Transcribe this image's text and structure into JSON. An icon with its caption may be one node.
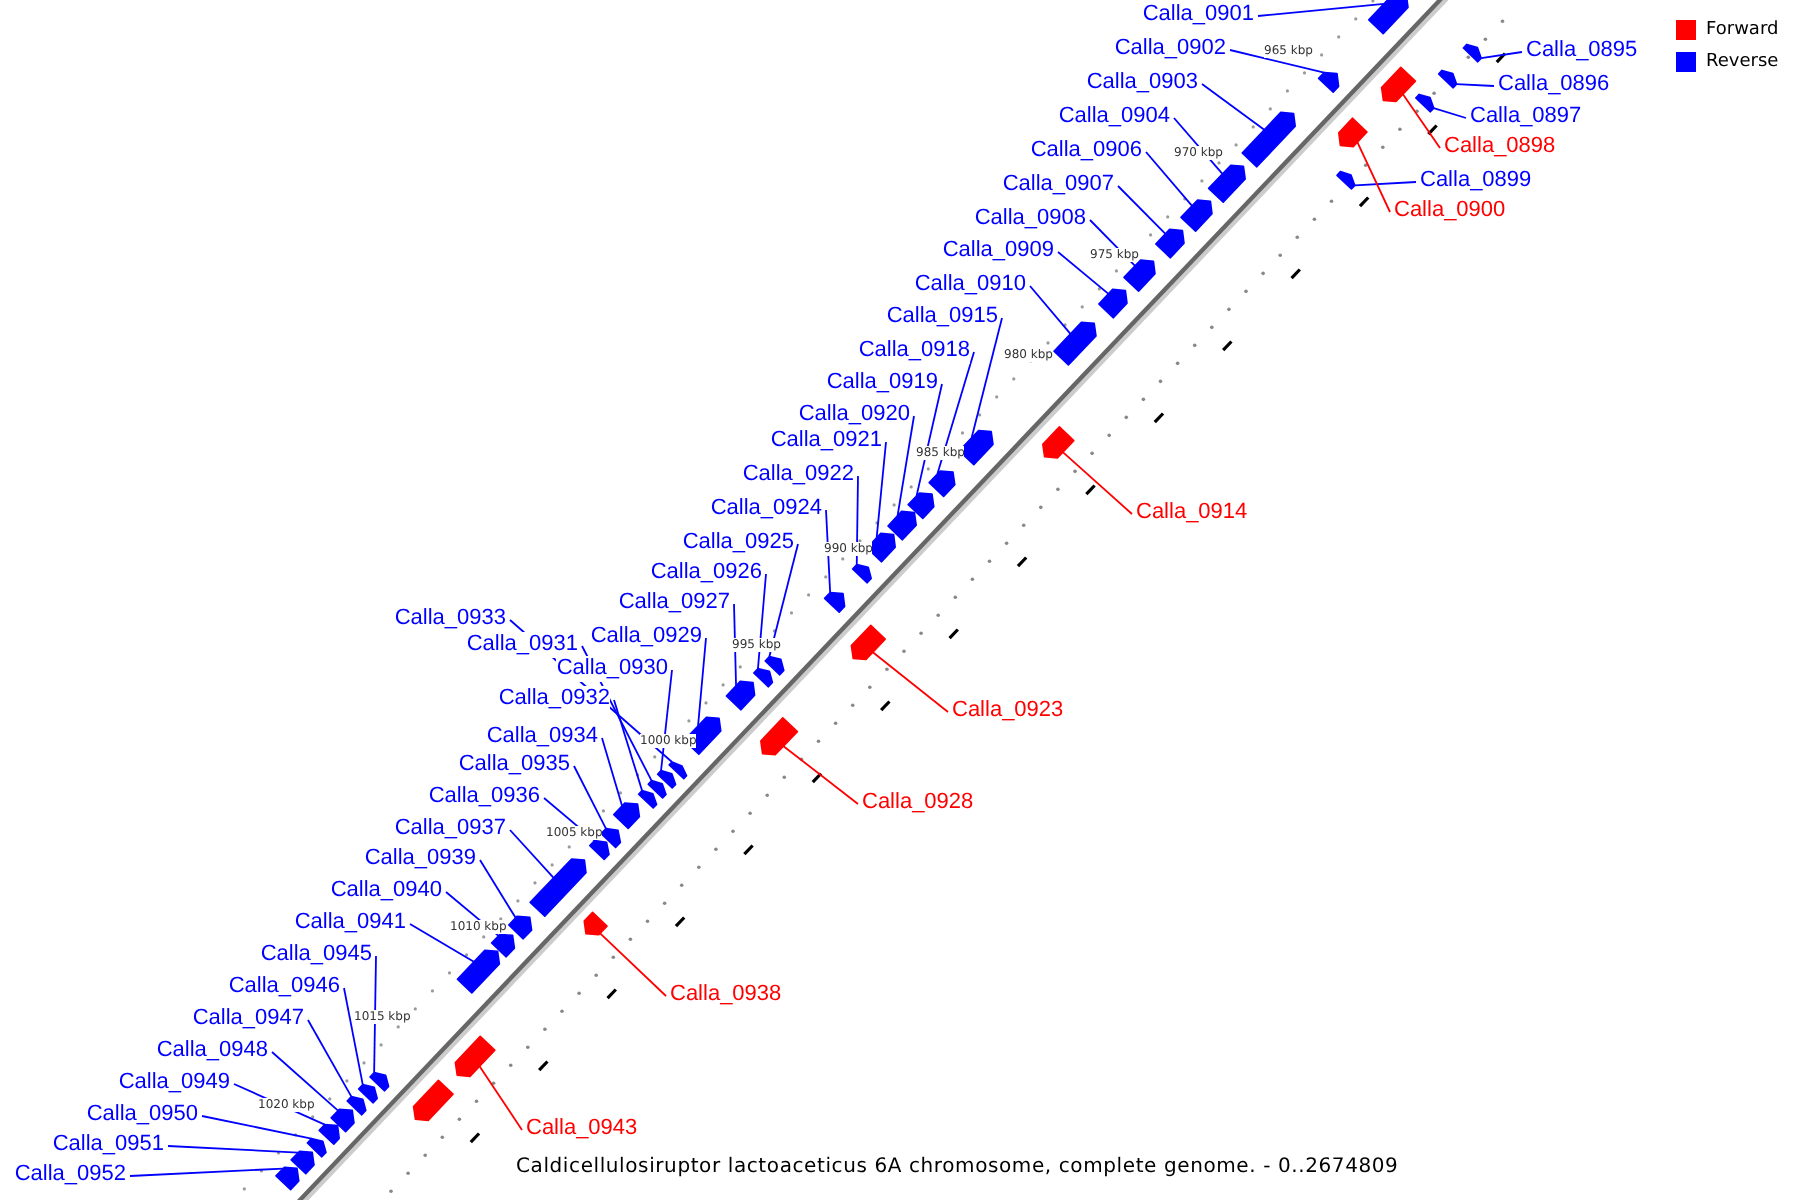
{
  "diagram": {
    "caption": "Caldicellulosiruptor lactoaceticus 6A chromosome, complete genome. - 0..2674809",
    "nodes": [
      {
        "text": [
          "Calla_0895"
        ]
      },
      {
        "text": [],
        "shape": "box"
      },
      {
        "text": [
          "Calla_0896"
        ]
      },
      {
        "text": [],
        "shape": "box"
      },
      {
        "text": [
          "Calla_0897"
        ]
      },
      {
        "text": [],
        "shape": "box"
      },
      {
        "text": [
          "Calla_0898"
        ]
      },
      {
        "text": [],
        "shape": "box"
      },
      {
        "text": [
          "Calla_0899"
        ]
      },
      {
        "text": [],
        "shape": "box"
      },
      {
        "text": [
          "Calla_0900"
        ]
      },
      {
        "text": [],
        "shape": "box"
      },
      {
        "text": [
          "Calla_0901"
        ]
      },
      {
        "text": [],
        "shape": "box"
      },
      {
        "text": [
          "Calla_0902"
        ]
      },
      {
        "text": [],
        "shape": "box"
      },
      {
        "text": [
          "Calla_0903"
        ]
      },
      {
        "text": [],
        "shape": "box"
      },
      {
        "text": [
          "Calla_0904"
        ]
      },
      {
        "text": [],
        "shape": "box"
      },
      {
        "text": [
          "Calla_0906"
        ]
      },
      {
        "text": [],
        "shape": "box"
      },
      {
        "text": [
          "Calla_0907"
        ]
      },
      {
        "text": [],
        "shape": "box"
      },
      {
        "text": [
          "Calla_0908"
        ]
      },
      {
        "text": [],
        "shape": "box"
      },
      {
        "text": [
          "Calla_0909"
        ]
      },
      {
        "text": [],
        "shape": "box"
      },
      {
        "text": [
          "Calla_0910"
        ]
      },
      {
        "text": [],
        "shape": "box"
      },
      {
        "text": [
          "Calla_0914"
        ]
      },
      {
        "text": [],
        "shape": "box"
      },
      {
        "text": [
          "Calla_0915"
        ]
      },
      {
        "text": [],
        "shape": "box"
      },
      {
        "text": [
          "Calla_0918"
        ]
      },
      {
        "text": [],
        "shape": "box"
      },
      {
        "text": [
          "Calla_0919"
        ]
      },
      {
        "text": [],
        "shape": "box"
      },
      {
        "text": [
          "Calla_0920"
        ]
      },
      {
        "text": [],
        "shape": "box"
      },
      {
        "text": [
          "Calla_0921"
        ]
      },
      {
        "text": [],
        "shape": "box"
      },
      {
        "text": [
          "Calla_0922"
        ]
      },
      {
        "text": [],
        "shape": "box"
      },
      {
        "text": [
          "Calla_0923"
        ]
      },
      {
        "text": [],
        "shape": "box"
      },
      {
        "text": [
          "Calla_0924"
        ]
      },
      {
        "text": [],
        "shape": "box"
      },
      {
        "text": [
          "Calla_0925"
        ]
      },
      {
        "text": [],
        "shape": "box"
      },
      {
        "text": [
          "Calla_0926"
        ]
      },
      {
        "text": [],
        "shape": "box"
      },
      {
        "text": [
          "Calla_0927"
        ]
      },
      {
        "text": [],
        "shape": "box"
      },
      {
        "text": [
          "Calla_0928"
        ]
      },
      {
        "text": [],
        "shape": "box"
      },
      {
        "text": [
          "Calla_0929"
        ]
      },
      {
        "text": [],
        "shape": "box"
      },
      {
        "text": [
          "Calla_0930"
        ]
      },
      {
        "text": [],
        "shape": "box"
      },
      {
        "text": [
          "Calla_0931"
        ]
      },
      {
        "text": [],
        "shape": "box"
      },
      {
        "text": [
          "Calla_0932"
        ]
      },
      {
        "text": [],
        "shape": "box"
      },
      {
        "text": [
          "Calla_0933"
        ]
      },
      {
        "text": [],
        "shape": "box"
      },
      {
        "text": [
          "Calla_0934"
        ]
      },
      {
        "text": [],
        "shape": "box"
      },
      {
        "text": [
          "Calla_0935"
        ]
      },
      {
        "text": [],
        "shape": "box"
      },
      {
        "text": [
          "Calla_0936"
        ]
      },
      {
        "text": [],
        "shape": "box"
      },
      {
        "text": [
          "Calla_0937"
        ]
      },
      {
        "text": [],
        "shape": "box"
      },
      {
        "text": [
          "Calla_0938"
        ]
      },
      {
        "text": [],
        "shape": "box"
      },
      {
        "text": [
          "Calla_0939"
        ]
      },
      {
        "text": [],
        "shape": "box"
      },
      {
        "text": [
          "Calla_0940"
        ]
      },
      {
        "text": [],
        "shape": "box"
      },
      {
        "text": [
          "Calla_0941"
        ]
      },
      {
        "text": [],
        "shape": "box"
      },
      {
        "text": [
          "Calla_0943"
        ]
      },
      {
        "text": [],
        "shape": "box"
      },
      {
        "text": [
          "Calla_0945"
        ]
      },
      {
        "text": [],
        "shape": "box"
      },
      {
        "text": [
          "Calla_0946"
        ]
      },
      {
        "text": [],
        "shape": "box"
      },
      {
        "text": [
          "Calla_0947"
        ]
      },
      {
        "text": [],
        "shape": "box"
      },
      {
        "text": [
          "Calla_0948"
        ]
      },
      {
        "text": [],
        "shape": "box"
      },
      {
        "text": [
          "Calla_0949"
        ]
      },
      {
        "text": [],
        "shape": "box"
      },
      {
        "text": [
          "Calla_0950"
        ]
      },
      {
        "text": [],
        "shape": "box"
      },
      {
        "text": [
          "Calla_0951"
        ]
      },
      {
        "text": [],
        "shape": "box"
      },
      {
        "text": [
          "Calla_0952"
        ]
      },
      {
        "text": [],
        "shape": "box"
      },
      {
        "text": [],
        "shape": "box"
      }
    ],
    "edges": [
      {
        "from": 0,
        "to": 1,
        "arrow": "none"
      },
      {
        "from": 2,
        "to": 3,
        "arrow": "none"
      },
      {
        "from": 4,
        "to": 5,
        "arrow": "none"
      },
      {
        "from": 6,
        "to": 7,
        "arrow": "none",
        "color": "#ff0000"
      },
      {
        "from": 8,
        "to": 9,
        "arrow": "none"
      },
      {
        "from": 10,
        "to": 11,
        "arrow": "none",
        "color": "#ff0000"
      },
      {
        "from": 12,
        "to": 13,
        "arrow": "none"
      },
      {
        "from": 14,
        "to": 15,
        "arrow": "none"
      },
      {
        "from": 16,
        "to": 17,
        "arrow": "none"
      },
      {
        "from": 18,
        "to": 19,
        "arrow": "none"
      },
      {
        "from": 20,
        "to": 21,
        "arrow": "none"
      },
      {
        "from": 22,
        "to": 23,
        "arrow": "none"
      },
      {
        "from": 24,
        "to": 25,
        "arrow": "none"
      },
      {
        "from": 26,
        "to": 27,
        "arrow": "none"
      },
      {
        "from": 28,
        "to": 29,
        "arrow": "none"
      },
      {
        "from": 30,
        "to": 31,
        "arrow": "none",
        "color": "#ff0000"
      },
      {
        "from": 32,
        "to": 33,
        "arrow": "none"
      },
      {
        "from": 34,
        "to": 35,
        "arrow": "none"
      },
      {
        "from": 36,
        "to": 37,
        "arrow": "none"
      },
      {
        "from": 38,
        "to": 39,
        "arrow": "none"
      },
      {
        "from": 40,
        "to": 41,
        "arrow": "none"
      },
      {
        "from": 42,
        "to": 43,
        "arrow": "none"
      },
      {
        "from": 44,
        "to": 45,
        "arrow": "none",
        "color": "#ff0000"
      },
      {
        "from": 46,
        "to": 47,
        "arrow": "none"
      },
      {
        "from": 48,
        "to": 49,
        "arrow": "none"
      },
      {
        "from": 50,
        "to": 51,
        "arrow": "none"
      },
      {
        "from": 52,
        "to": 53,
        "arrow": "none"
      },
      {
        "from": 54,
        "to": 55,
        "arrow": "none",
        "color": "#ff0000"
      },
      {
        "from": 56,
        "to": 57,
        "arrow": "none"
      },
      {
        "from": 58,
        "to": 59,
        "arrow": "none"
      },
      {
        "from": 60,
        "to": 61,
        "arrow": "none"
      },
      {
        "from": 62,
        "to": 63,
        "arrow": "none"
      },
      {
        "from": 64,
        "to": 65,
        "arrow": "none"
      },
      {
        "from": 66,
        "to": 67,
        "arrow": "none"
      },
      {
        "from": 68,
        "to": 69,
        "arrow": "none"
      },
      {
        "from": 70,
        "to": 71,
        "arrow": "none"
      },
      {
        "from": 72,
        "to": 73,
        "arrow": "none"
      },
      {
        "from": 74,
        "to": 75,
        "arrow": "none",
        "color": "#ff0000"
      },
      {
        "from": 76,
        "to": 77,
        "arrow": "none"
      },
      {
        "from": 78,
        "to": 79,
        "arrow": "none"
      },
      {
        "from": 80,
        "to": 81,
        "arrow": "none"
      },
      {
        "from": 82,
        "to": 83,
        "arrow": "none",
        "color": "#ff0000"
      },
      {
        "from": 84,
        "to": 85,
        "arrow": "none"
      },
      {
        "from": 86,
        "to": 87,
        "arrow": "none"
      },
      {
        "from": 88,
        "to": 89,
        "arrow": "none"
      },
      {
        "from": 90,
        "to": 91,
        "arrow": "none"
      },
      {
        "from": 92,
        "to": 93,
        "arrow": "none"
      },
      {
        "from": 94,
        "to": 95,
        "arrow": "none"
      },
      {
        "from": 96,
        "to": 97,
        "arrow": "none"
      },
      {
        "from": 98,
        "to": 99,
        "arrow": "none"
      }
    ],
    "labels": [
      "965 kbp",
      "970 kbp",
      "975 kbp",
      "980 kbp",
      "985 kbp",
      "990 kbp",
      "995 kbp",
      "1000 kbp",
      "1005 kbp",
      "1010 kbp",
      "1015 kbp",
      "1020 kbp"
    ],
    "legend": [
      {
        "text": "Forward",
        "color": "#ff0000"
      },
      {
        "text": "Reverse",
        "color": "#0000ff"
      }
    ]
  }
}
